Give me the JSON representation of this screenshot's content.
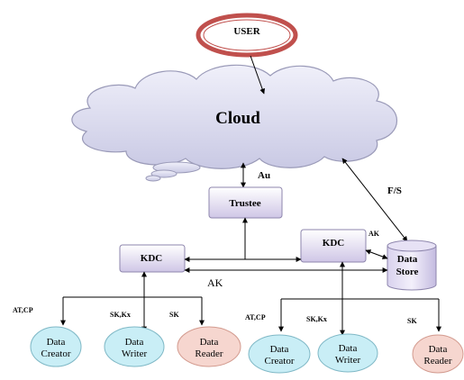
{
  "nodes": {
    "user": "USER",
    "cloud": "Cloud",
    "trustee": "Trustee",
    "kdc_left": "KDC",
    "kdc_right": "KDC",
    "data_store": [
      "Data",
      "Store"
    ],
    "left_group": [
      {
        "label": [
          "Data",
          "Creator"
        ],
        "fill": "#c9eef6"
      },
      {
        "label": [
          "Data",
          "Writer"
        ],
        "fill": "#c9eef6"
      },
      {
        "label": [
          "Data",
          "Reader"
        ],
        "fill": "#f6d6cf"
      }
    ],
    "right_group": [
      {
        "label": [
          "Data",
          "Creator"
        ],
        "fill": "#c9eef6"
      },
      {
        "label": [
          "Data",
          "Writer"
        ],
        "fill": "#c9eef6"
      },
      {
        "label": [
          "Data",
          "Reader"
        ],
        "fill": "#f6d6cf"
      }
    ]
  },
  "edge_labels": {
    "au": "Au",
    "fs": "F/S",
    "ak_store": "AK",
    "ak_bottom": "AK",
    "left_at_cp": "AT,CP",
    "left_sk_kx": "SK,Kx",
    "left_sk": "SK",
    "right_at_cp": "AT,CP",
    "right_sk_kx": "SK,Kx",
    "right_sk": "SK"
  },
  "colors": {
    "user_ring": "#c0504d",
    "cloud_fill": "#dcdcf0",
    "box_fill": "#e6e0f2",
    "line": "#000000"
  }
}
